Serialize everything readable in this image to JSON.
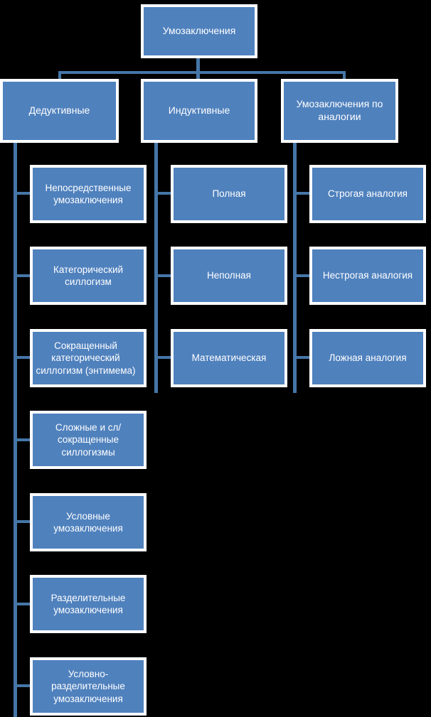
{
  "diagram": {
    "title_node": {
      "label": "Умозаключения"
    },
    "type": "tree-diagram",
    "colors": {
      "background": "#000000",
      "node_fill": "#4f81bd",
      "node_border": "#ffffff",
      "node_text": "#ffffff",
      "connector": "#4576a8"
    },
    "branches": [
      {
        "label": "Дедуктивные",
        "children": [
          {
            "label": "Непосредственные умозаключения"
          },
          {
            "label": "Категорический силлогизм"
          },
          {
            "label": "Сокращенный категорический силлогизм (энтимема)"
          },
          {
            "label": "Сложные и сл/сокращенные силлогизмы"
          },
          {
            "label": "Условные умозаключения"
          },
          {
            "label": "Разделительные умозаключения"
          },
          {
            "label": "Условно-разделительные умозаключения"
          }
        ]
      },
      {
        "label": "Индуктивные",
        "children": [
          {
            "label": "Полная"
          },
          {
            "label": "Неполная"
          },
          {
            "label": "Математическая"
          }
        ]
      },
      {
        "label": "Умозаключения по аналогии",
        "children": [
          {
            "label": "Строгая аналогия"
          },
          {
            "label": "Нестрогая аналогия"
          },
          {
            "label": "Ложная аналогия"
          }
        ]
      }
    ]
  }
}
